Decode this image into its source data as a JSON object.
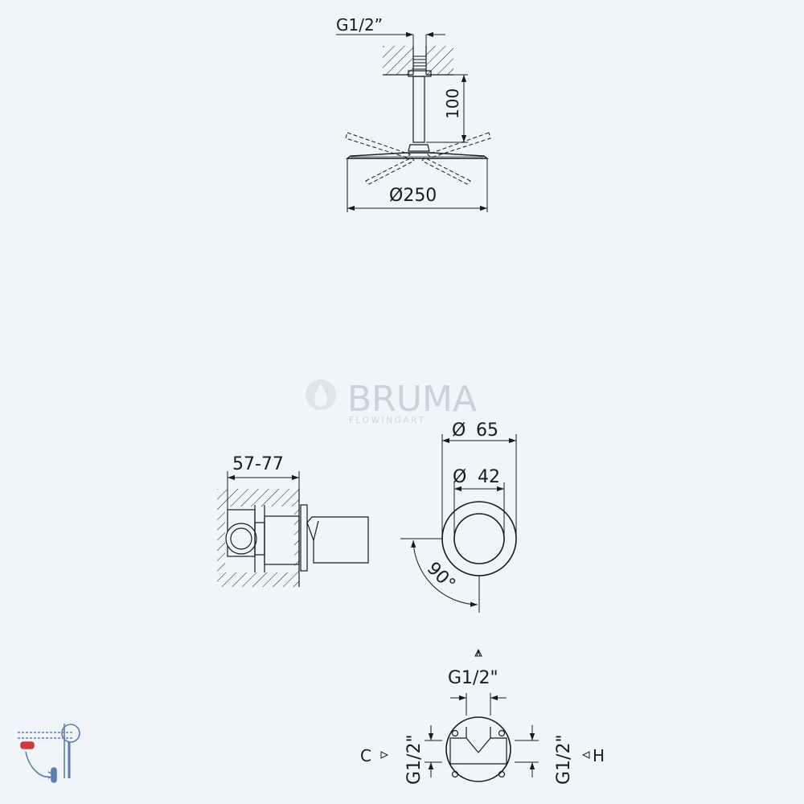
{
  "colors": {
    "background": "#f1f4f8",
    "line": "#1b1b1b",
    "watermark": "#c9d2da",
    "icon_blue": "#5b7fb0",
    "icon_red": "#d23a3a"
  },
  "shower_head": {
    "thread_label": "G1/2”",
    "arm_length_label": "100",
    "diameter_label": "Ø250"
  },
  "mixer_side": {
    "depth_label": "57-77"
  },
  "mixer_front": {
    "outer_diameter_label": "65",
    "inner_diameter_label": "42",
    "rotation_label": "90°",
    "diameter_symbol": "Ø"
  },
  "connection": {
    "top_thread_label": "G1/2\"",
    "left_thread_label": "G1/2\"",
    "right_thread_label": "G1/2\"",
    "cold_label": "C",
    "hot_label": "H"
  },
  "watermark": {
    "brand_name": "BRUMA",
    "tagline": "FLOWINGART",
    "logo_icon": "drop-icon"
  },
  "corner_icon": "shower-system-icon"
}
